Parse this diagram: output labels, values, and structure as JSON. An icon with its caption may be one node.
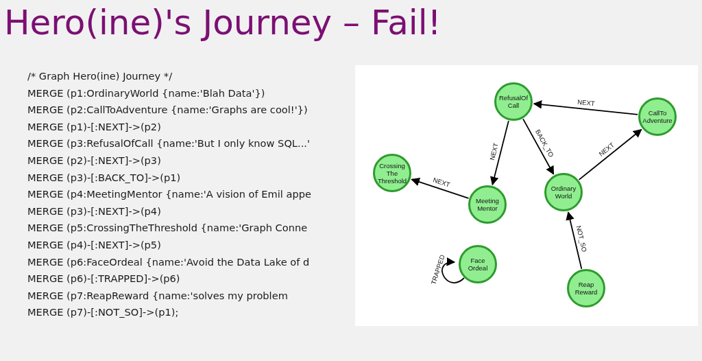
{
  "diagram": {
    "title": "Hero(ine)'s Journey – Fail!",
    "nodes": [
      {
        "text": [
          "RefusalOf Call"
        ]
      },
      {
        "text": [
          "CallTo Adventure"
        ]
      },
      {
        "text": [
          "Crossing The Threshold"
        ]
      },
      {
        "text": [
          "Meeting Mentor"
        ]
      },
      {
        "text": [
          "Ordinary World"
        ]
      },
      {
        "text": [
          "Face Ordeal"
        ]
      },
      {
        "text": [
          "Reap Reward"
        ]
      }
    ],
    "edges": [
      {
        "from": 1,
        "to": 0,
        "arrow": "to",
        "label": "NEXT"
      },
      {
        "from": 0,
        "to": 3,
        "arrow": "to",
        "label": "NEXT"
      },
      {
        "from": 0,
        "to": 4,
        "arrow": "to",
        "label": "BACK_TO"
      },
      {
        "from": 4,
        "to": 1,
        "arrow": "to",
        "label": "NEXT"
      },
      {
        "from": 3,
        "to": 2,
        "arrow": "to",
        "label": "NEXT"
      },
      {
        "from": 5,
        "to": 5,
        "arrow": "to",
        "label": "TRAPPED"
      },
      {
        "from": 6,
        "to": 4,
        "arrow": "to",
        "label": "NOT_SO"
      }
    ],
    "labels": [
      "/* Graph Hero(ine) Journey */",
      "MERGE (p1:OrdinaryWorld {name:'Blah Data'})",
      "MERGE (p2:CallToAdventure {name:'Graphs are cool!'})",
      "MERGE (p1)-[:NEXT]->(p2)",
      "MERGE (p3:RefusalOfCall {name:'But I only know SQL...'",
      "MERGE (p2)-[:NEXT]->(p3)",
      "MERGE (p3)-[:BACK_TO]->(p1)",
      "MERGE (p4:MeetingMentor {name:'A vision of Emil appe",
      "MERGE (p3)-[:NEXT]->(p4)",
      "MERGE (p5:CrossingTheThreshold {name:'Graph Conne",
      "MERGE (p4)-[:NEXT]->(p5)",
      "MERGE (p6:FaceOrdeal {name:'Avoid the Data Lake of d",
      "MERGE (p6)-[:TRAPPED]->(p6)",
      "MERGE (p7:ReapReward {name:'solves my problem",
      "MERGE (p7)-[:NOT_SO]->(p1);"
    ]
  }
}
